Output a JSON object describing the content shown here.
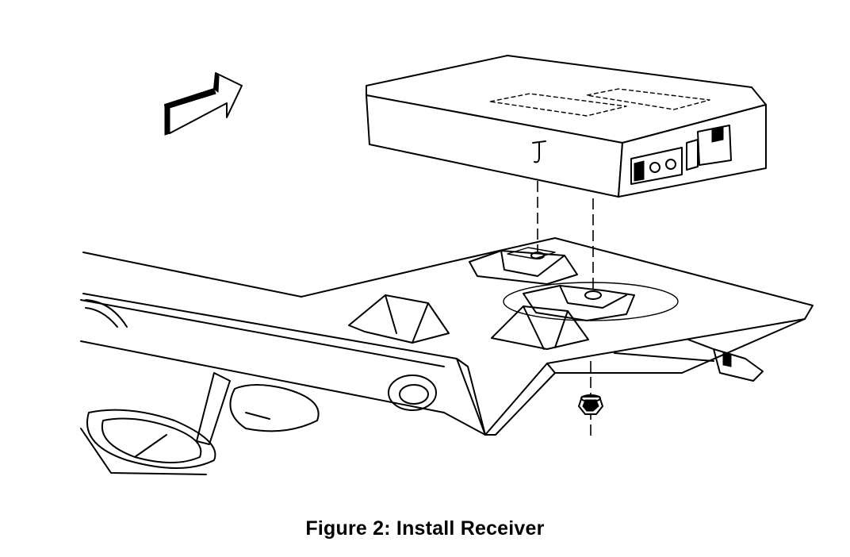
{
  "caption": "Figure 2: Install Receiver",
  "icons": {
    "direction_arrow": "forward-arrow-icon",
    "receiver": "receiver-module",
    "bracket": "mounting-bracket",
    "fastener": "nut-fastener"
  }
}
